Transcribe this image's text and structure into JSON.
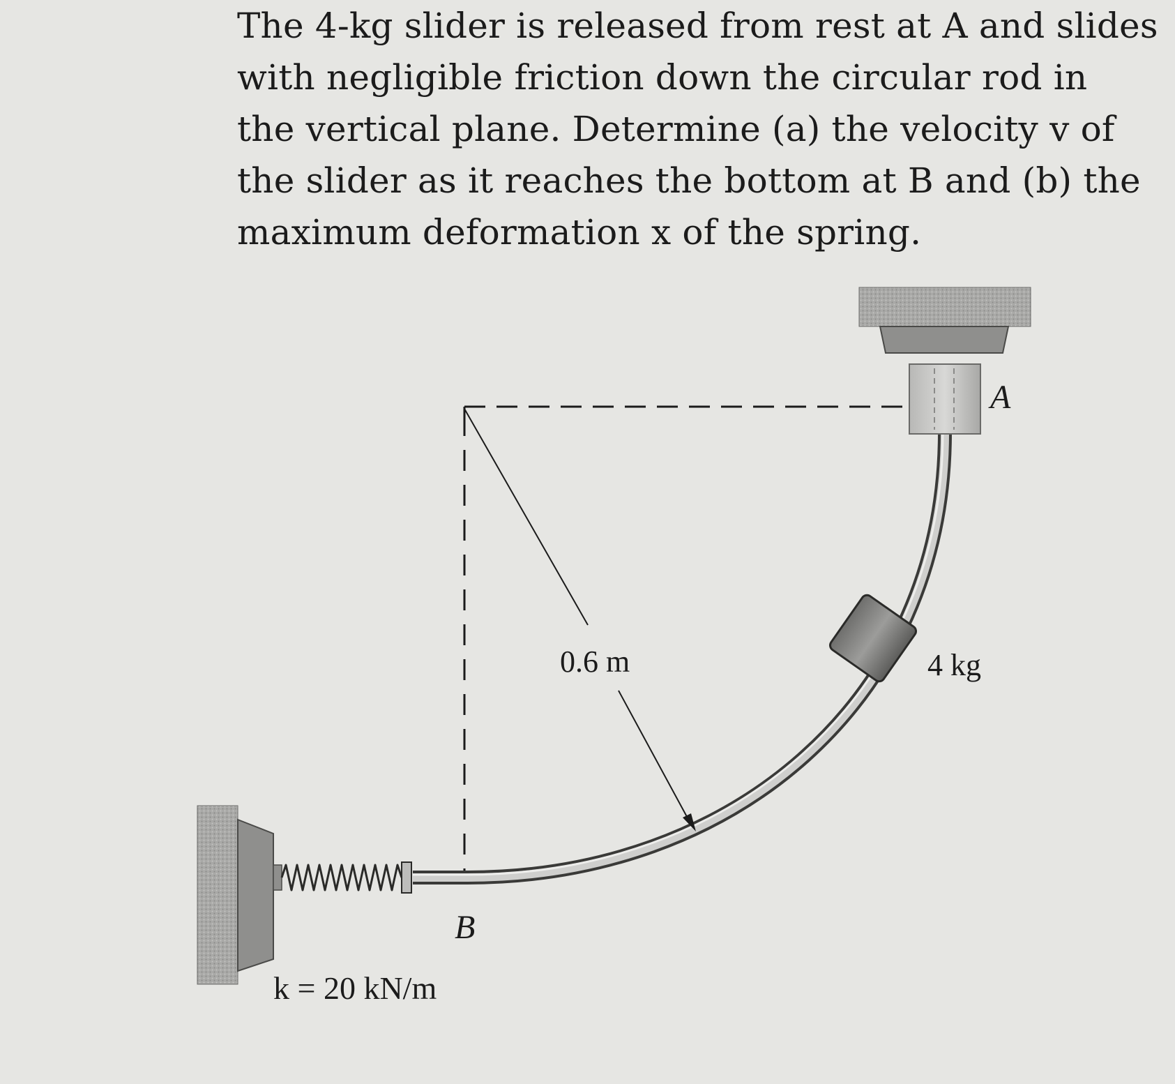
{
  "problem": {
    "lines": [
      "The 4-kg slider is released from rest at A and slides",
      "with negligible friction down the circular rod in",
      "the vertical plane. Determine (a) the velocity v of",
      "the slider as it reaches the bottom at B and (b) the",
      "maximum deformation x of the spring."
    ]
  },
  "figure": {
    "label_a": "A",
    "label_b": "B",
    "radius_label": "0.6 m",
    "mass_label": "4 kg",
    "spring_label": "k = 20 kN/m"
  }
}
